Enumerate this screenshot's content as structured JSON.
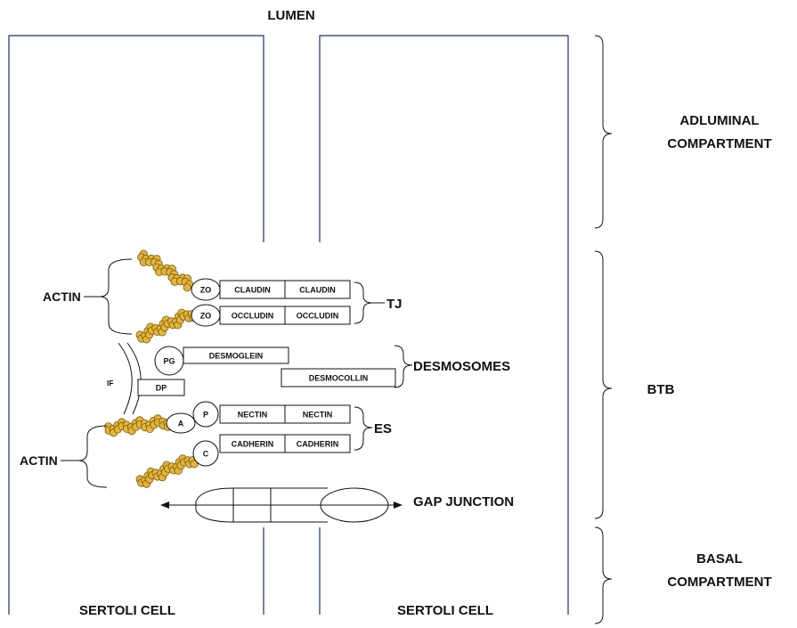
{
  "labels": {
    "lumen": "LUMEN",
    "adluminal": [
      "ADLUMINAL",
      "COMPARTMENT"
    ],
    "btb": "BTB",
    "basal": [
      "BASAL",
      "COMPARTMENT"
    ],
    "sertoli_left": "SERTOLI CELL",
    "sertoli_right": "SERTOLI CELL",
    "actin_top": "ACTIN",
    "actin_bottom": "ACTIN",
    "tj": "TJ",
    "desmosomes": "DESMOSOMES",
    "es": "ES",
    "gap_junction": "GAP JUNCTION",
    "if": "IF"
  },
  "proteins": {
    "zo": "ZO",
    "pg": "PG",
    "dp": "DP",
    "a": "A",
    "p": "P",
    "c": "C",
    "claudin": "CLAUDIN",
    "occludin": "OCCLUDIN",
    "desmoglein": "DESMOGLEIN",
    "desmocollin": "DESMOCOLLIN",
    "nectin": "NECTIN",
    "cadherin": "CADHERIN"
  },
  "colors": {
    "membrane": "#1f2d6e",
    "actin_bead": "#e3b53a",
    "ink": "#111111"
  }
}
